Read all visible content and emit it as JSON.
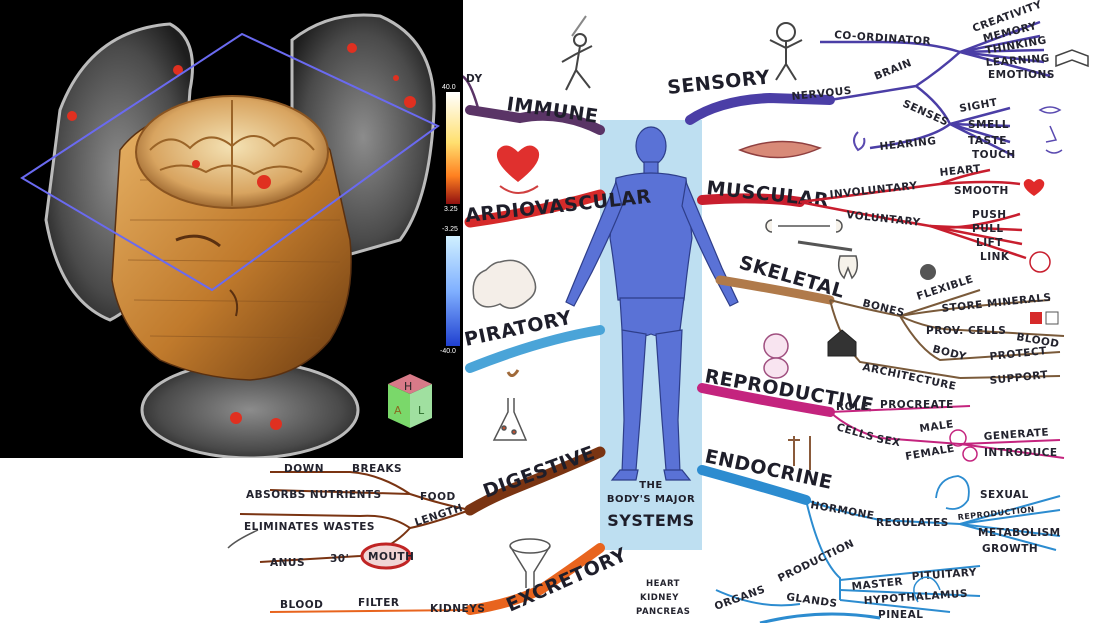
{
  "brain_scan": {
    "colorbar": {
      "top_max": "40.0",
      "top_min": "3.25",
      "bottom_min": "-3.25",
      "bottom_max": "-40.0"
    },
    "orientation_cube": {
      "top": "H",
      "front": "A",
      "side": "L"
    }
  },
  "mind_map": {
    "center": {
      "line1": "THE",
      "line2": "BODY'S MAJOR",
      "line3": "SYSTEMS"
    },
    "systems": {
      "immune": "IMMUNE",
      "cardiovascular": "ARDIOVASCULAR",
      "respiratory": "PIRATORY",
      "digestive": "DIGESTIVE",
      "excretory": "EXCRETORY",
      "sensory": "SENSORY",
      "muscular": "MUSCULAR",
      "skeletal": "SKELETAL",
      "reproductive": "REPRODUCTIVE",
      "endocrine": "ENDOCRINE"
    },
    "sensory": {
      "nervous": "NERVOUS",
      "brain": "BRAIN",
      "coordinator": "CO-ORDINATOR",
      "creativity": "CREATIVITY",
      "memory": "MEMORY",
      "thinking": "THINKING",
      "learning": "LEARNING",
      "emotions": "EMOTIONS",
      "senses": "SENSES",
      "sight": "SIGHT",
      "smell": "SMELL",
      "taste": "TASTE",
      "touch": "TOUCH",
      "hearing": "HEARING"
    },
    "muscular": {
      "involuntary": "INVOLUNTARY",
      "heart": "HEART",
      "smooth": "SMOOTH",
      "voluntary": "VOLUNTARY",
      "push": "PUSH",
      "pull": "PULL",
      "lift": "LIFT",
      "link": "LINK"
    },
    "skeletal": {
      "bones": "BONES",
      "flexible": "FLEXIBLE",
      "store_minerals": "STORE MINERALS",
      "prov": "PROV.",
      "cells": "CELLS",
      "blood": "BLOOD",
      "body": "BODY",
      "protect": "PROTECT",
      "architecture": "ARCHITECTURE",
      "support": "SUPPORT"
    },
    "reproductive": {
      "role": "ROLE",
      "procreate": "PROCREATE",
      "cells": "CELLS",
      "sex": "SEX",
      "male": "MALE",
      "female": "FEMALE",
      "generate": "GENERATE",
      "introduce": "INTRODUCE"
    },
    "endocrine": {
      "hormone": "HORMONE",
      "regulates": "REGULATES",
      "sexual": "SEXUAL",
      "reproduction": "REPRODUCTION",
      "metabolism": "METABOLISM",
      "growth": "GROWTH",
      "organs": "ORGANS",
      "production": "PRODUCTION",
      "glands": "GLANDS",
      "master": "MASTER",
      "pituitary": "PITUITARY",
      "hypothalamus": "HYPOTHALAMUS",
      "pineal": "PINEAL",
      "heart": "HEART",
      "kidney": "KIDNEY",
      "pancreas": "PANCREAS"
    },
    "digestive": {
      "down": "DOWN",
      "breaks": "BREAKS",
      "absorbs_nutrients": "ABSORBS NUTRIENTS",
      "food": "FOOD",
      "eliminates_wastes": "ELIMINATES WASTES",
      "length": "LENGTH",
      "anus": "ANUS",
      "thirty_ft": "30'",
      "mouth": "MOUTH"
    },
    "excretory": {
      "blood": "BLOOD",
      "filter": "FILTER",
      "kidneys": "KIDNEYS"
    },
    "immune": {
      "body_fragment": "DY"
    }
  },
  "colors": {
    "immune": "#5a3466",
    "cardiovascular": "#d62a2a",
    "respiratory": "#4aa4d8",
    "digestive": "#7a3412",
    "excretory": "#e8641e",
    "sensory": "#4b3ea6",
    "muscular": "#c81e2e",
    "skeletal": "#b07a4a",
    "reproductive": "#c4247e",
    "endocrine": "#2c8cd0",
    "body_figure": "#5a72d6",
    "column": "#a8d4ec",
    "brain_bg": "#000000"
  }
}
